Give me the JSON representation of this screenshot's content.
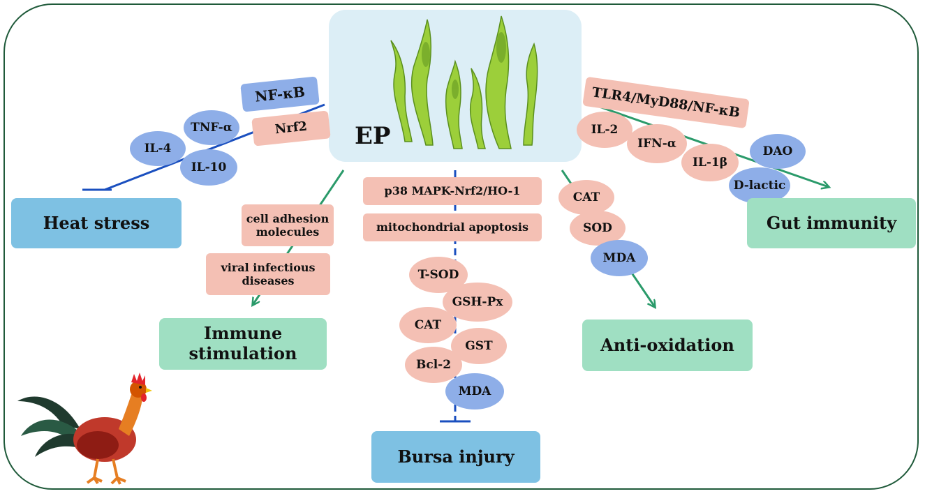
{
  "center": {
    "label": "EP"
  },
  "colors": {
    "inhibit_line": "#1a4fbf",
    "promote_line": "#2a9a6a",
    "frame": "#1f5a3a",
    "ep_box": "#dceef6",
    "blue_node": "#8eaee8",
    "pink_node": "#f4c0b4",
    "blue_outcome": "#7ec1e3",
    "green_outcome": "#9fdfc2"
  },
  "heat_stress": {
    "outcome": "Heat stress",
    "relation": "inhibit",
    "pills": [
      "NF-κB",
      "Nrf2"
    ],
    "ellipses": [
      "TNF-α",
      "IL-4",
      "IL-10"
    ]
  },
  "immune_stimulation": {
    "outcome": "Immune stimulation",
    "relation": "promote",
    "pills": [
      "cell adhesion molecules",
      "viral infectious diseases"
    ]
  },
  "bursa_injury": {
    "outcome": "Bursa injury",
    "relation": "inhibit",
    "pills": [
      "p38 MAPK-Nrf2/HO-1",
      "mitochondrial apoptosis"
    ],
    "ellipses": [
      "T-SOD",
      "GSH-Px",
      "CAT",
      "GST",
      "Bcl-2",
      "MDA"
    ]
  },
  "anti_oxidation": {
    "outcome": "Anti-oxidation",
    "relation": "promote",
    "ellipses": [
      "CAT",
      "SOD",
      "MDA"
    ]
  },
  "gut_immunity": {
    "outcome": "Gut immunity",
    "relation": "promote",
    "pills": [
      "TLR4/MyD88/NF-κB"
    ],
    "ellipses": [
      "IL-2",
      "IFN-α",
      "IL-1β",
      "DAO",
      "D-lactic"
    ]
  },
  "icons": [
    "seaweed-icon",
    "rooster-icon"
  ]
}
